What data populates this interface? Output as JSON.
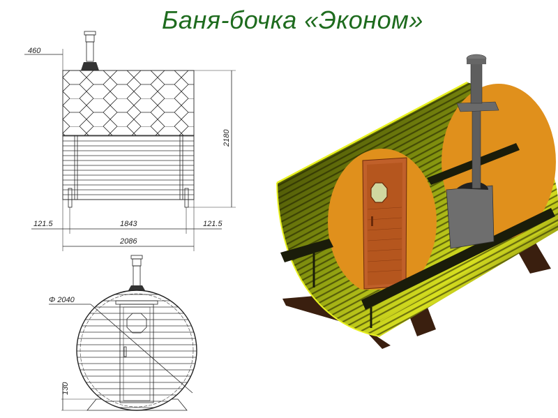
{
  "title": "Баня-бочка «Эконом»",
  "side_view": {
    "chimney_offset": "460",
    "height": "2180",
    "left_margin": "121.5",
    "leg_span": "1843",
    "right_margin": "121.5",
    "total_length": "2086"
  },
  "front_view": {
    "diameter": "Φ 2040",
    "base_height": "130"
  },
  "colors": {
    "title": "#1e6b1e",
    "wall": "#e0901c",
    "door": "#b5561e",
    "shell_dark": "#2b3000",
    "shell_light": "#d8e020",
    "stove": "#6e6e6e",
    "skid": "#3a1f0f"
  }
}
